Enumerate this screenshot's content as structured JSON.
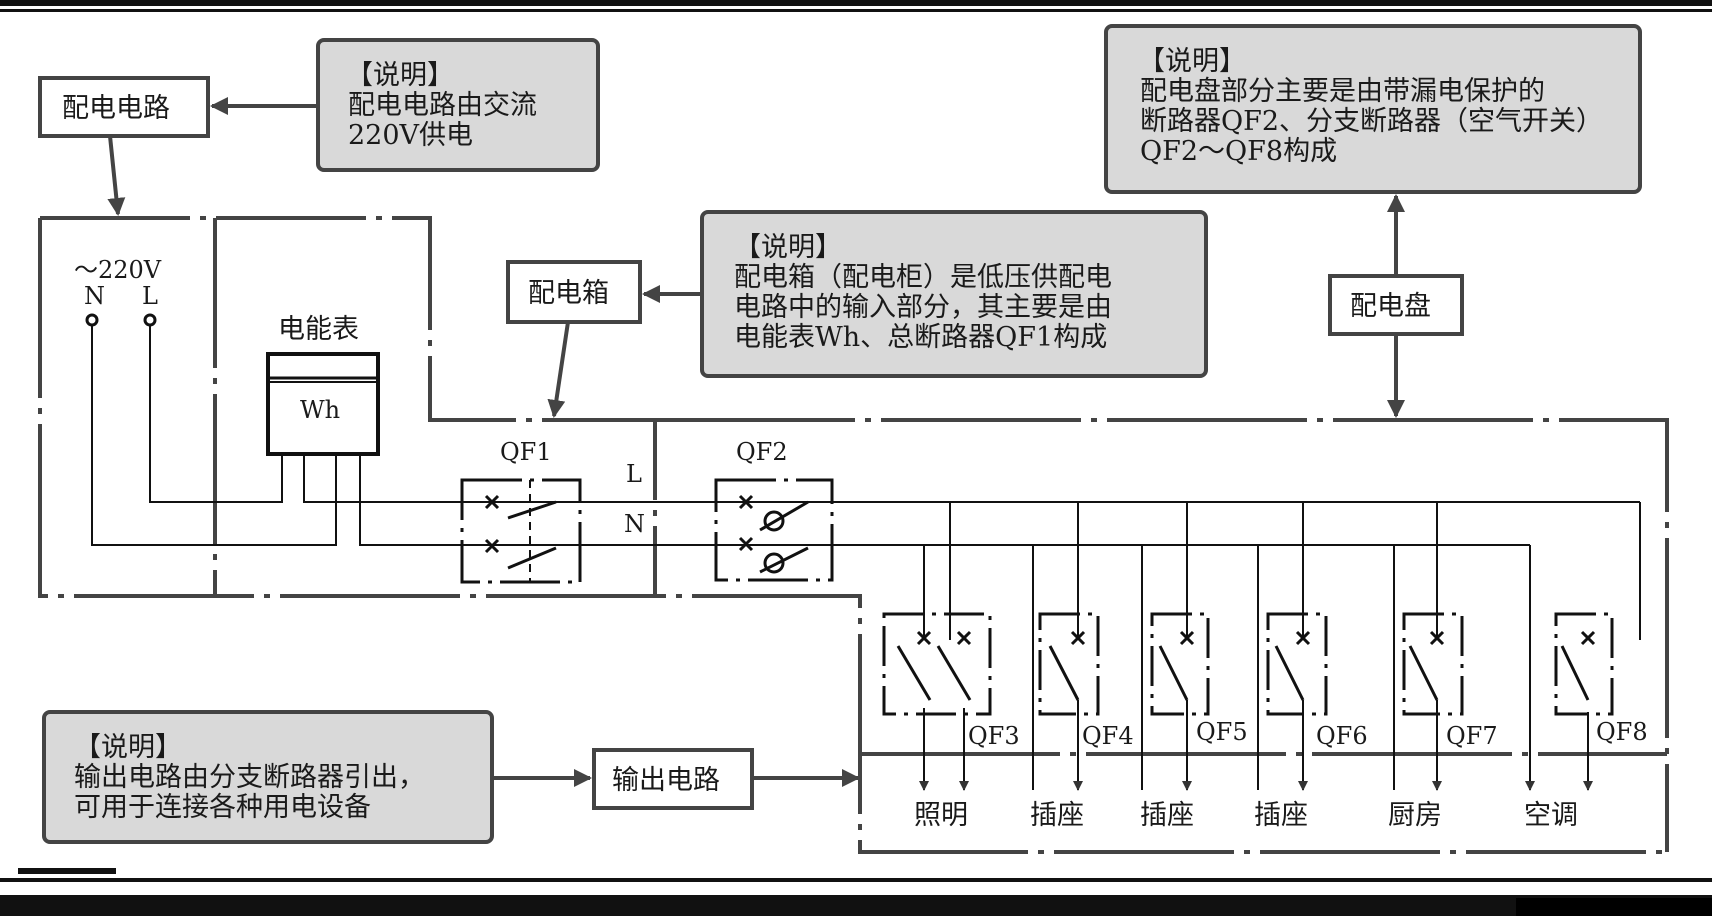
{
  "labels": {
    "distribution_circuit": "配电电路",
    "distribution_box": "配电箱",
    "distribution_panel": "配电盘",
    "output_circuit": "输出电路",
    "voltage": "～220V",
    "terminal_n": "N",
    "terminal_l": "L",
    "meter_title": "电能表",
    "meter_symbol": "Wh",
    "line_l": "L",
    "line_n": "N"
  },
  "breakers": {
    "qf1": "QF1",
    "qf2": "QF2",
    "qf3": "QF3",
    "qf4": "QF4",
    "qf5": "QF5",
    "qf6": "QF6",
    "qf7": "QF7",
    "qf8": "QF8"
  },
  "outputs": [
    "照明",
    "插座",
    "插座",
    "插座",
    "厨房",
    "空调"
  ],
  "notes": {
    "circuit": [
      "【说明】",
      "配电电路由交流",
      "220V供电"
    ],
    "box": [
      "【说明】",
      "配电箱（配电柜）是低压供配电",
      "电路中的输入部分，其主要是由",
      "电能表Wh、总断路器QF1构成"
    ],
    "panel": [
      "【说明】",
      "配电盘部分主要是由带漏电保护的",
      "断路器QF2、分支断路器（空气开关）",
      "QF2～QF8构成"
    ],
    "output": [
      "【说明】",
      "输出电路由分支断路器引出，",
      "可用于连接各种用电设备"
    ]
  },
  "colors": {
    "line": "#1a1a1a",
    "frame": "#444444",
    "note_fill": "#d9d9d9"
  }
}
